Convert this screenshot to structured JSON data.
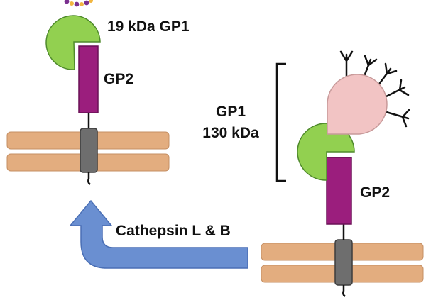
{
  "labels": {
    "gp1_small": "19 kDa GP1",
    "gp2_left": "GP2",
    "gp1_large_line1": "GP1",
    "gp1_large_line2": "130 kDa",
    "gp2_right": "GP2",
    "enzyme": "Cathepsin L & B"
  },
  "colors": {
    "gp1_green": "#92d050",
    "glycan_cap_pink": "#f2c4c4",
    "gp2_purple": "#9b1e7d",
    "membrane_tan": "#e3ad7f",
    "transmembrane_gray": "#6e6e6e",
    "arrow_blue": "#6a8fd1",
    "dots_purple": "#7a2f8f",
    "dots_yellow": "#f2b640"
  }
}
